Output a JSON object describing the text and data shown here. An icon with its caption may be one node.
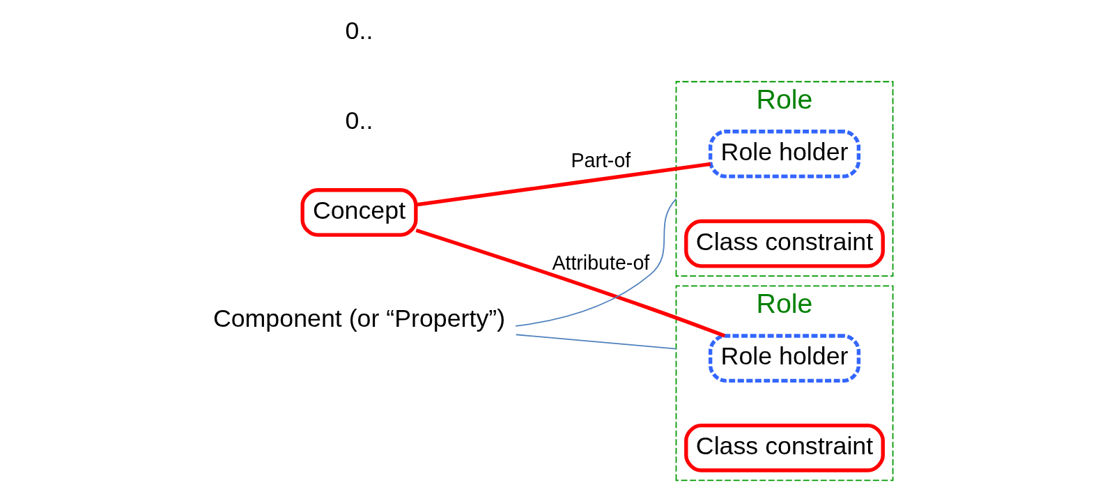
{
  "diagram": {
    "nodes": [
      {
        "text": [
          "Concept"
        ]
      },
      {
        "text": [
          "Role"
        ]
      },
      {
        "text": [
          "Role holder"
        ],
        "in": 1
      },
      {
        "text": [
          "Class constraint"
        ],
        "in": 1
      },
      {
        "text": [
          "Role"
        ]
      },
      {
        "text": [
          "Role holder"
        ],
        "in": 4
      },
      {
        "text": [
          "Class constraint"
        ],
        "in": 4
      },
      {
        "text": [
          "Component (or “Property”)"
        ]
      }
    ],
    "edges": [
      {
        "from": 0,
        "to": 2,
        "arrow": "none",
        "label": "Part-of",
        "color": "#ff0000",
        "style": "thick"
      },
      {
        "from": 0,
        "to": 5,
        "arrow": "none",
        "label": "Attribute-of",
        "color": "#ff0000",
        "style": "thick"
      },
      {
        "from": 7,
        "to": 1,
        "arrow": "none",
        "color": "#4f81bd"
      },
      {
        "from": 7,
        "to": 4,
        "arrow": "none",
        "color": "#4f81bd"
      }
    ],
    "labels": [
      "0..",
      "0.."
    ]
  }
}
